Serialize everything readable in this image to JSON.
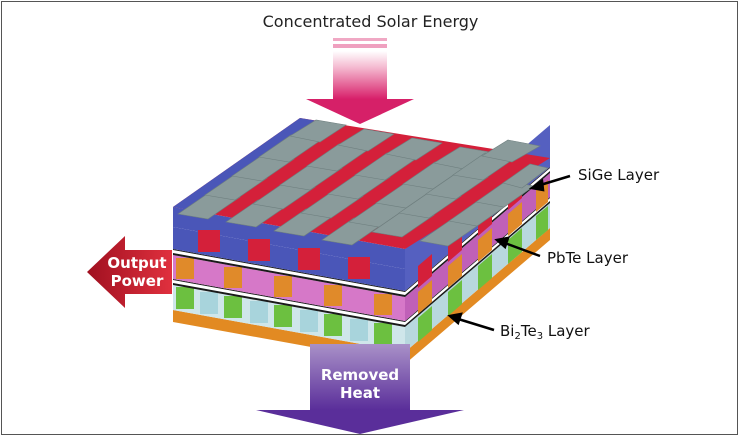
{
  "diagram": {
    "title": "Concentrated Solar Energy",
    "layers": {
      "sige": "SiGe Layer",
      "pbte": "PbTe Layer",
      "bi2te3": {
        "prefix": "Bi",
        "sub1": "2",
        "mid": "Te",
        "sub2": "3",
        "suffix": " Layer"
      }
    },
    "output_power": {
      "line1": "Output",
      "line2": "Power"
    },
    "removed_heat": {
      "line1": "Removed",
      "line2": "Heat"
    },
    "colors": {
      "solar_arrow": "#e0407a",
      "output_arrow": "#c8202e",
      "heat_arrow": "#7a4fb0",
      "tile_top": "#8a9b9b",
      "sige_red": "#d4203a",
      "sige_blue": "#4a56b8",
      "pbte_orange": "#e08a2a",
      "pbte_pink": "#d070c8",
      "bite_green": "#6cc040",
      "bite_lightblue": "#a8d4dc"
    }
  }
}
